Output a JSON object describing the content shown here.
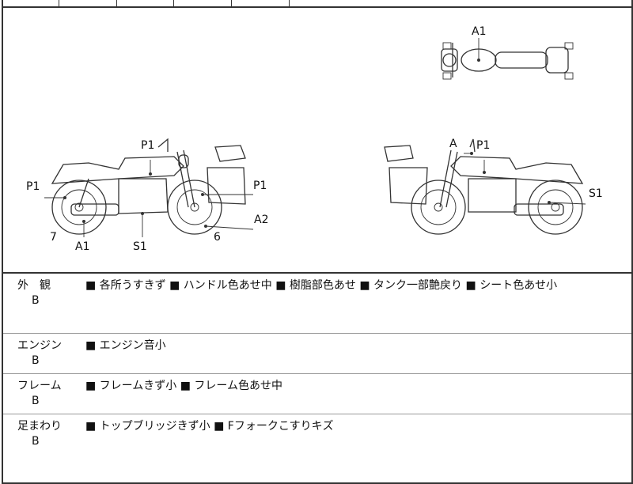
{
  "diagram": {
    "labels": {
      "top_a1": "A1",
      "left_p1_tank": "P1",
      "left_p1_rear": "P1",
      "left_p1_bag": "P1",
      "left_a2": "A2",
      "left_7": "7",
      "left_a1": "A1",
      "left_s1": "S1",
      "left_6": "6",
      "right_a": "A",
      "right_p1": "P1",
      "right_s1": "S1"
    }
  },
  "rows": [
    {
      "name": "外　観",
      "grade": "B",
      "notes": "■ 各所うすきず ■ ハンドル色あせ中 ■ 樹脂部色あせ ■ タンク一部艶戻り ■ シート色あせ小"
    },
    {
      "name": "エンジン",
      "grade": "B",
      "notes": "■ エンジン音小"
    },
    {
      "name": "フレーム",
      "grade": "B",
      "notes": "■ フレームきず小 ■ フレーム色あせ中"
    },
    {
      "name": "足まわり",
      "grade": "B",
      "notes": "■ トップブリッジきず小 ■ Fフォークこすりキズ"
    }
  ]
}
